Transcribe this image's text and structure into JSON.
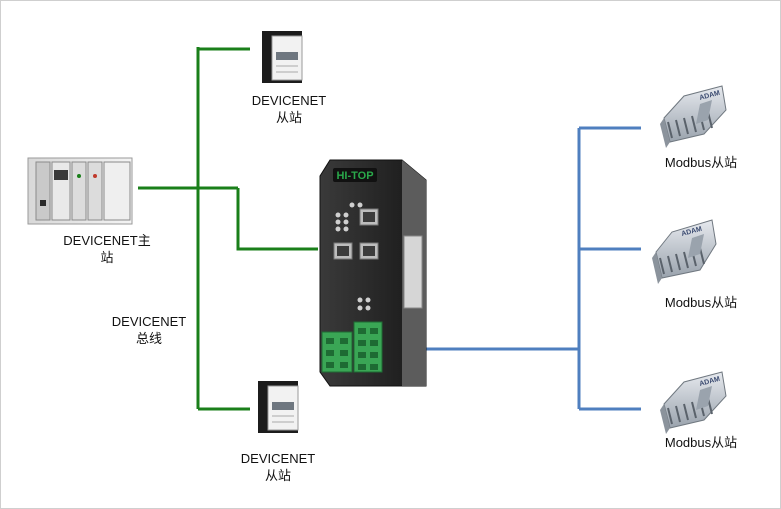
{
  "diagram": {
    "master": {
      "line1": "DEVICENET主",
      "line2": "站"
    },
    "slave_top": {
      "line1": "DEVICENET",
      "line2": "从站"
    },
    "slave_bottom": {
      "line1": "DEVICENET",
      "line2": "从站"
    },
    "bus": {
      "line1": "DEVICENET",
      "line2": "总线"
    },
    "gateway": {
      "brand": "HI-TOP"
    },
    "modbus_slaves": [
      {
        "label": "Modbus从站",
        "module_text": "ADAM"
      },
      {
        "label": "Modbus从站",
        "module_text": "ADAM"
      },
      {
        "label": "Modbus从站",
        "module_text": "ADAM"
      }
    ],
    "colors": {
      "devicenet_line": "#1a7f1a",
      "modbus_line": "#4f7fbf",
      "gateway_body": "#2b2b2b",
      "gateway_brand": "#2aa84a",
      "terminal_green": "#3aa655"
    }
  }
}
